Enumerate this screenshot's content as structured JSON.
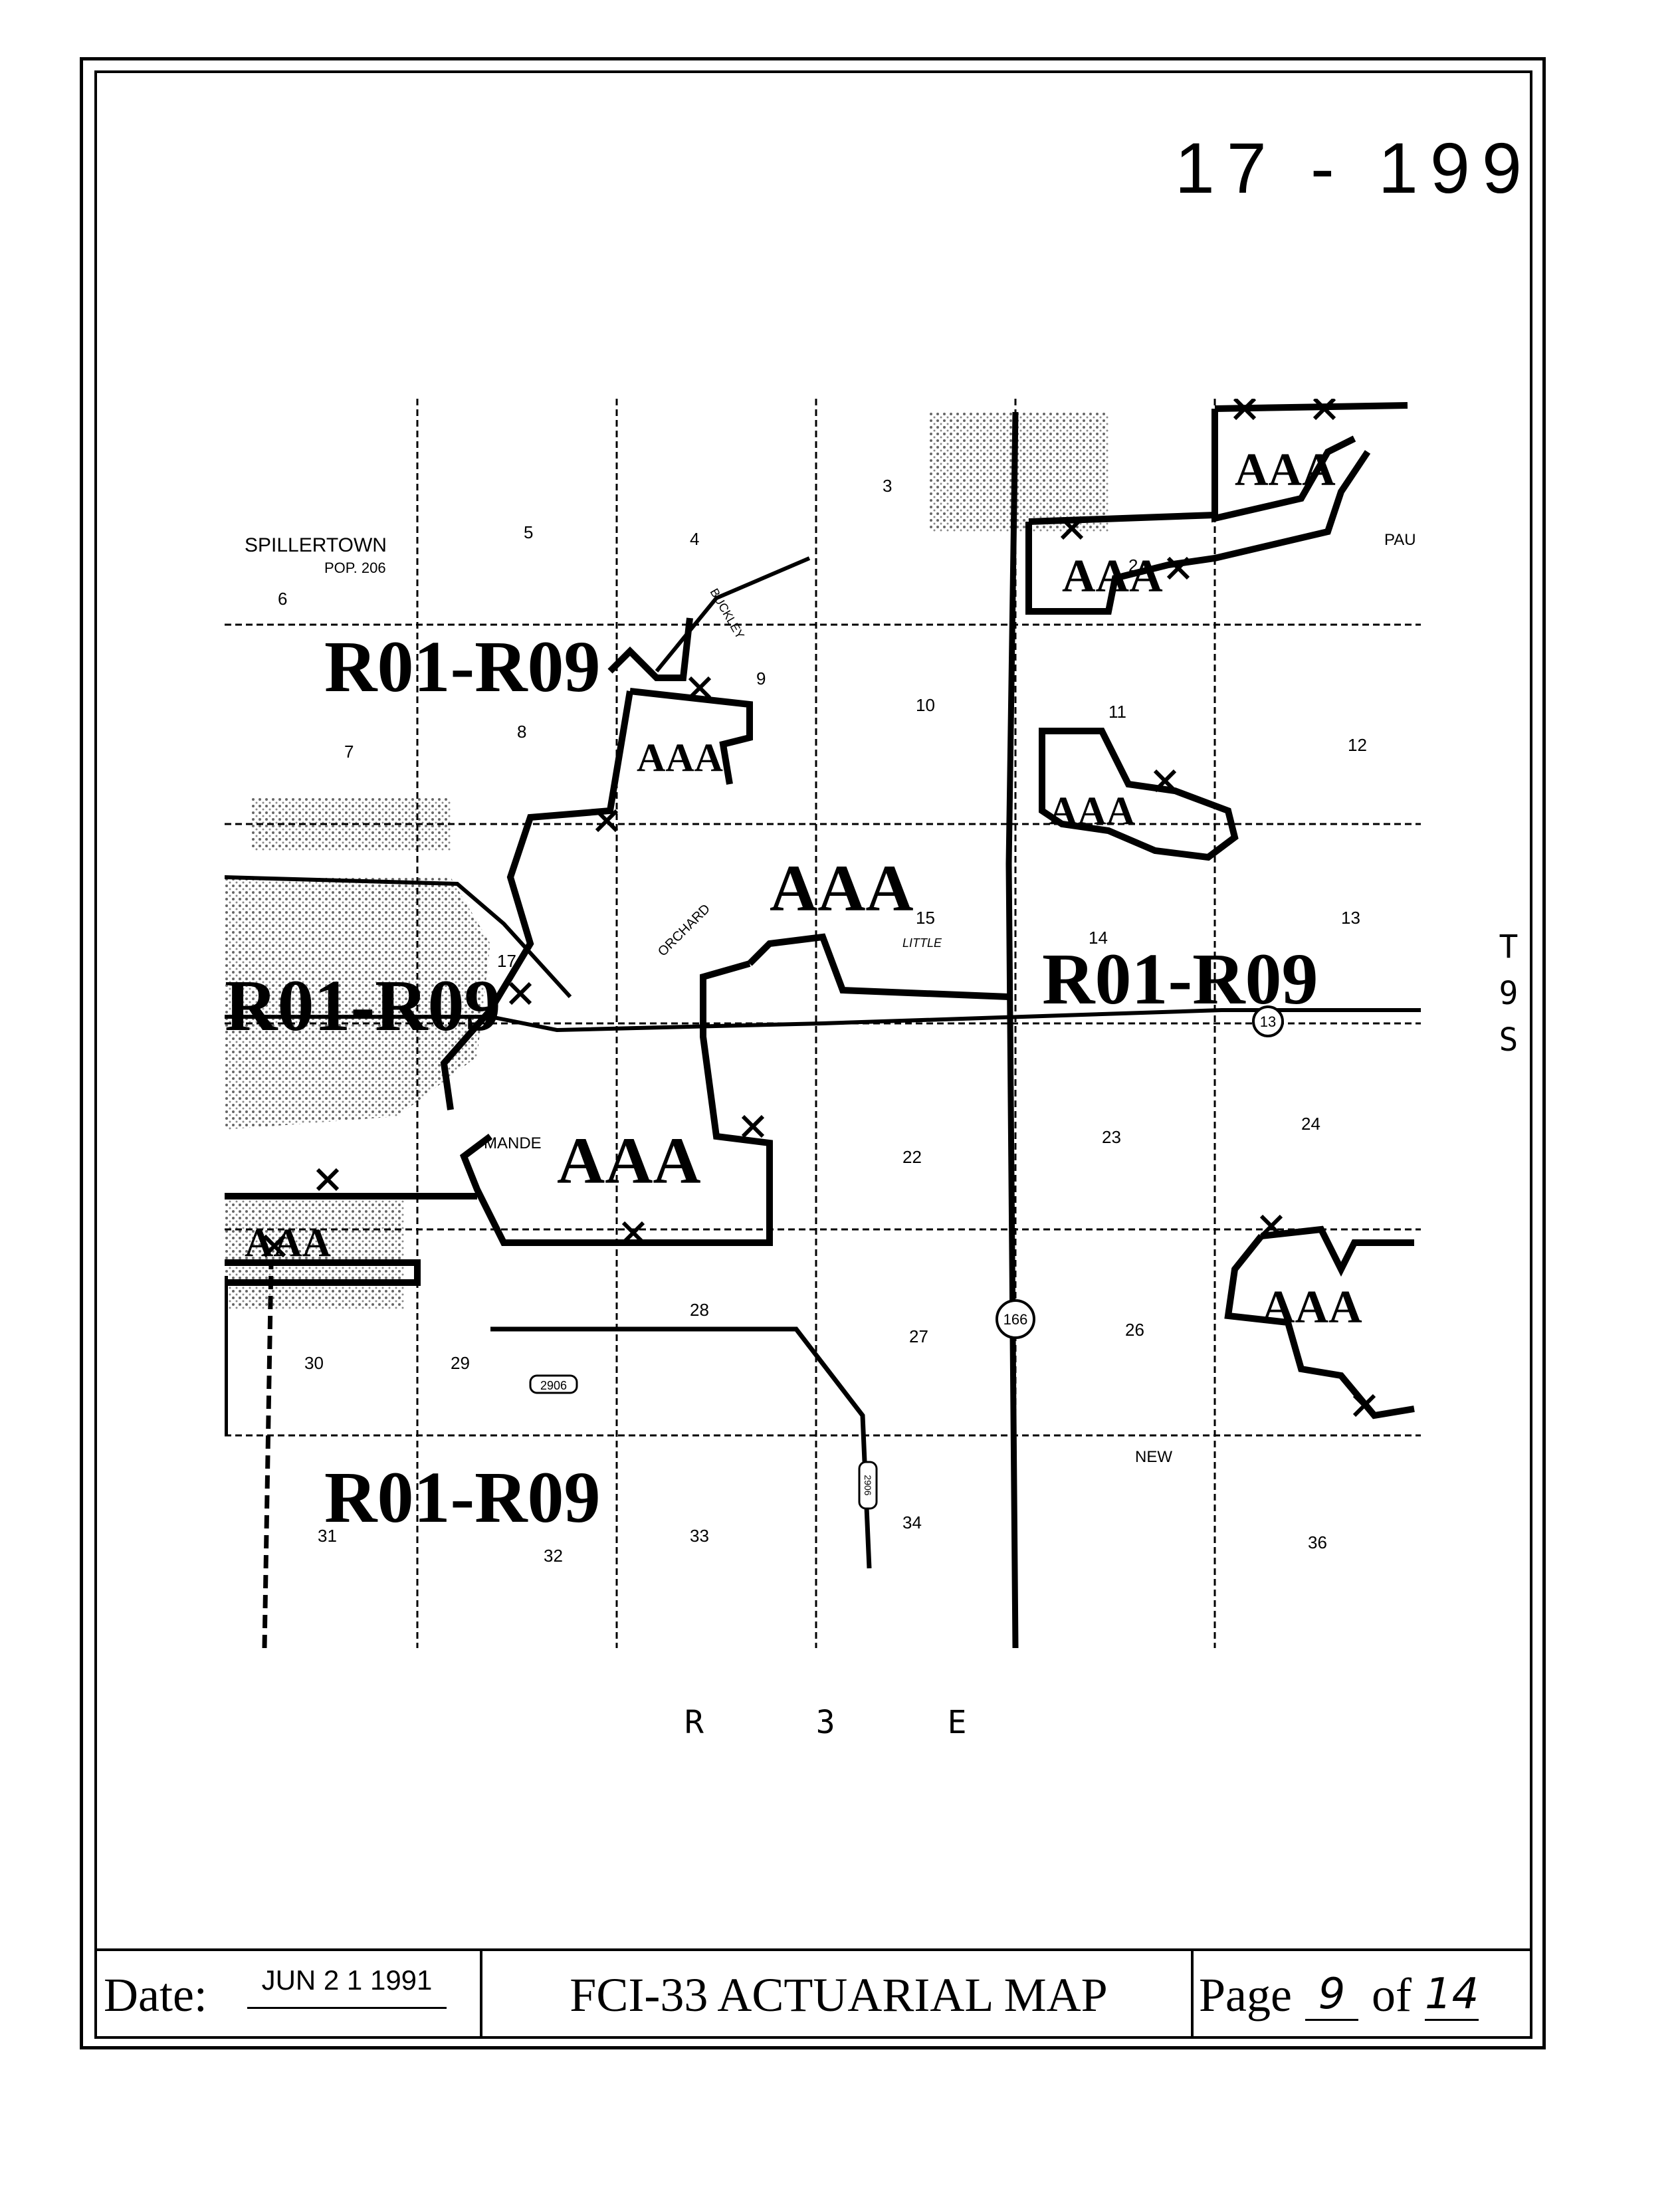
{
  "header": {
    "map_number": "17 - 199"
  },
  "map": {
    "township_label": "T 9 S",
    "range_label": "R 3 E",
    "zone_labels": [
      "R01-R09",
      "R01-R09",
      "R01-R09",
      "R01-R09",
      "AAA",
      "AAA",
      "AAA",
      "AAA",
      "AAA",
      "AAA",
      "AAA",
      "AAA"
    ],
    "place_names": [
      "SPILLERTOWN",
      "POP. 206",
      "MANDE",
      "NEW",
      "PAU",
      "ORCHARD",
      "LITTLE",
      "BUCKLEY"
    ],
    "route_shields": [
      "166",
      "13",
      "2906",
      "2906"
    ],
    "section_numbers": [
      "2",
      "3",
      "4",
      "5",
      "6",
      "7",
      "8",
      "9",
      "10",
      "11",
      "12",
      "13",
      "14",
      "15",
      "17",
      "22",
      "23",
      "24",
      "26",
      "27",
      "28",
      "29",
      "30",
      "31",
      "32",
      "33",
      "34",
      "36"
    ]
  },
  "footer": {
    "date_label": "Date:",
    "date_value": "JUN 2 1 1991",
    "title": "FCI-33 ACTUARIAL MAP",
    "page_label": "Page",
    "page_num": "9",
    "page_of": "of",
    "page_total": "14"
  }
}
